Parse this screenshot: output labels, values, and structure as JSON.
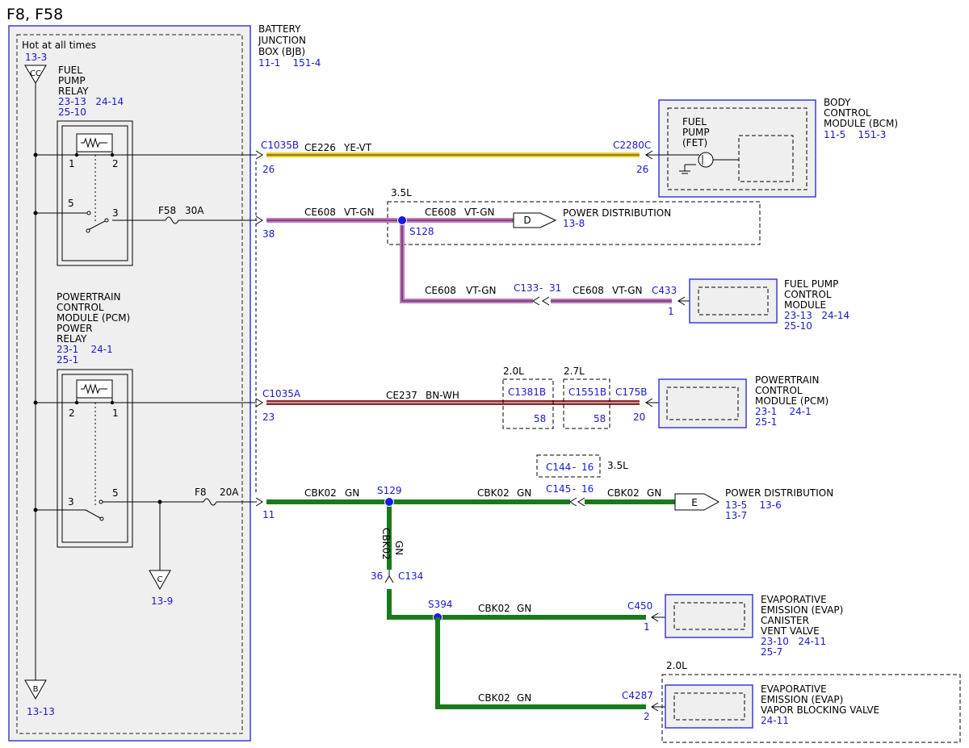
{
  "title": "F8, F58",
  "colors": {
    "ye_vt": "#e8cc2a",
    "vt_gn": "#c079c0",
    "bn_wh": "#8a2a2a",
    "gn": "#1a7a1a",
    "ref_blue": "#1a1acc",
    "box_fill": "#efefef",
    "module_border": "#3c3cd8",
    "splice": "#1a1ae0"
  },
  "bjb": {
    "name_lines": [
      "BATTERY",
      "JUNCTION",
      "BOX (BJB)"
    ],
    "refs": "11-1    151-4",
    "hot_label": "Hot at all times",
    "hot_ref": "13-3"
  },
  "connectors_left": {
    "cc": {
      "label": "CC"
    },
    "b": {
      "label": "B",
      "ref": "13-13"
    },
    "c": {
      "label": "C",
      "ref": "13-9"
    }
  },
  "fuel_pump_relay": {
    "name_lines": [
      "FUEL",
      "PUMP",
      "RELAY"
    ],
    "refs": [
      "23-13   24-14",
      "25-10"
    ],
    "pins": [
      "1",
      "2",
      "5",
      "3"
    ]
  },
  "pcm_relay": {
    "name_lines": [
      "POWERTRAIN",
      "CONTROL",
      "MODULE (PCM)",
      "POWER",
      "RELAY"
    ],
    "refs": [
      "23-1    24-1",
      "25-1"
    ],
    "pins": [
      "2",
      "1",
      "3",
      "5"
    ]
  },
  "fuses": [
    {
      "name": "F58",
      "rating": "30A"
    },
    {
      "name": "F8",
      "rating": "20A"
    }
  ],
  "circuits": [
    {
      "id": "ce226",
      "connector": "C1035B",
      "pin": "26",
      "circuit": "CE226",
      "color": "YE-VT",
      "end_connector": "C2280C",
      "end_pin": "26"
    },
    {
      "id": "ce608",
      "connector": "",
      "pin": "38",
      "circuit": "CE608",
      "color": "VT-GN",
      "splice": "S128",
      "engine": "3.5L"
    },
    {
      "id": "ce237",
      "connector": "C1035A",
      "pin": "23",
      "circuit": "CE237",
      "color": "BN-WH",
      "end_connector": "C175B",
      "end_pin": "20"
    },
    {
      "id": "cbk02",
      "connector": "",
      "pin": "11",
      "circuit": "CBK02",
      "color": "GN",
      "splice": "S129"
    }
  ],
  "ce608_branch": {
    "splice_right_circuit": "CE608",
    "splice_right_color": "VT-GN",
    "lower_circuit": "CE608",
    "lower_color": "VT-GN",
    "inline_connector": "C133",
    "inline_dash": "-",
    "inline_pin": "31",
    "right_circuit": "CE608",
    "right_color": "VT-GN",
    "end_connector": "C433",
    "end_pin": "1"
  },
  "inline_2_0": {
    "engine": "2.0L",
    "connector": "C1381B",
    "pin": "58"
  },
  "inline_2_7": {
    "engine": "2.7L",
    "connector": "C1551B",
    "pin": "58"
  },
  "gn_branch": {
    "c144": {
      "connector": "C144",
      "dash": "-",
      "pin": "16",
      "engine": "3.5L"
    },
    "c145": {
      "connector": "C145",
      "dash": "-",
      "pin": "16"
    },
    "right_circuit": "CBK02",
    "right_color": "GN",
    "mid_circuit": "CBK02",
    "mid_color": "GN",
    "vert_circuit": "CBK02",
    "vert_color": "GN",
    "c134": {
      "connector": "C134",
      "pin": "36"
    },
    "s394": "S394",
    "evap_vent_circuit": "CBK02",
    "evap_vent_color": "GN",
    "c450": {
      "connector": "C450",
      "pin": "1"
    },
    "evap_block_circuit": "CBK02",
    "evap_block_color": "GN",
    "c4287": {
      "connector": "C4287",
      "pin": "2"
    },
    "engine_2_0": "2.0L"
  },
  "modules": {
    "bcm": {
      "name_lines": [
        "BODY",
        "CONTROL",
        "MODULE (BCM)"
      ],
      "refs": "11-5    151-3",
      "inner_lines": [
        "FUEL",
        "PUMP",
        "(FET)"
      ]
    },
    "power_dist_d": {
      "label": "D",
      "name": "POWER DISTRIBUTION",
      "ref": "13-8"
    },
    "fpcm": {
      "name_lines": [
        "FUEL PUMP",
        "CONTROL",
        "MODULE"
      ],
      "refs": [
        "23-13   24-14",
        "25-10"
      ]
    },
    "pcm": {
      "name_lines": [
        "POWERTRAIN",
        "CONTROL",
        "MODULE (PCM)"
      ],
      "refs": [
        "23-1    24-1",
        "25-1"
      ]
    },
    "power_dist_e": {
      "label": "E",
      "name": "POWER DISTRIBUTION",
      "refs": [
        "13-5    13-6",
        "13-7"
      ]
    },
    "evap_vent": {
      "name_lines": [
        "EVAPORATIVE",
        "EMISSION (EVAP)",
        "CANISTER",
        "VENT VALVE"
      ],
      "refs": [
        "23-10   24-11",
        "25-7"
      ]
    },
    "evap_block": {
      "name_lines": [
        "EVAPORATIVE",
        "EMISSION (EVAP)",
        "VAPOR BLOCKING VALVE"
      ],
      "refs": [
        "24-11"
      ]
    }
  }
}
